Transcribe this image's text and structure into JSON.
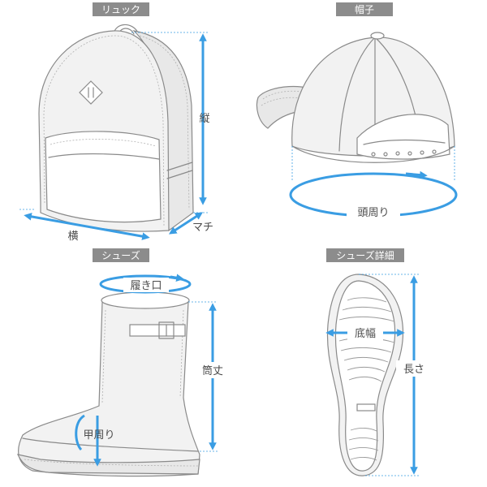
{
  "sections": {
    "backpack": "リュック",
    "cap": "帽子",
    "shoes": "シューズ",
    "shoes_detail": "シューズ詳細"
  },
  "labels": {
    "height": "縦",
    "width": "横",
    "gusset": "マチ",
    "head_circumference": "頭周り",
    "opening": "履き口",
    "shaft": "筒丈",
    "instep": "甲周り",
    "sole_width": "底幅",
    "length": "長さ"
  },
  "colors": {
    "accent": "#3a9de3",
    "tag_background": "#8c8c8c",
    "outline": "#8a8a8a"
  }
}
